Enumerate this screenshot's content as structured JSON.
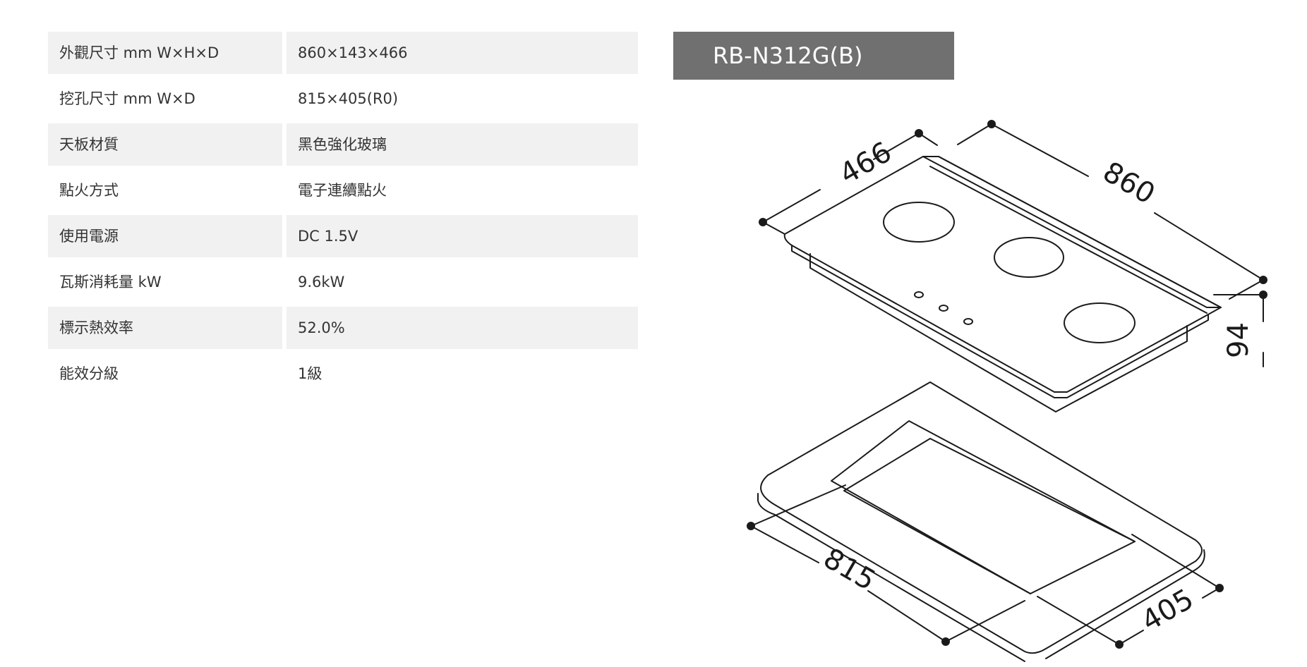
{
  "specs": [
    {
      "label": "外觀尺寸 mm W×H×D",
      "value": "860×143×466"
    },
    {
      "label": "挖孔尺寸 mm W×D",
      "value": "815×405(R0)"
    },
    {
      "label": "天板材質",
      "value": "黑色強化玻璃"
    },
    {
      "label": "點火方式",
      "value": "電子連續點火"
    },
    {
      "label": "使用電源",
      "value": "DC 1.5V"
    },
    {
      "label": "瓦斯消耗量 kW",
      "value": "9.6kW"
    },
    {
      "label": "標示熱效率",
      "value": "52.0%"
    },
    {
      "label": "能效分級",
      "value": "1級"
    }
  ],
  "model": {
    "name": "RB-N312G(B)"
  },
  "dimensions": {
    "depth": "466",
    "width": "860",
    "height": "94",
    "cutout_width": "815",
    "cutout_depth": "405"
  },
  "colors": {
    "row_shade": "#f1f1f1",
    "banner_bg": "#707070",
    "banner_text": "#ffffff",
    "line": "#1a1a1a"
  }
}
